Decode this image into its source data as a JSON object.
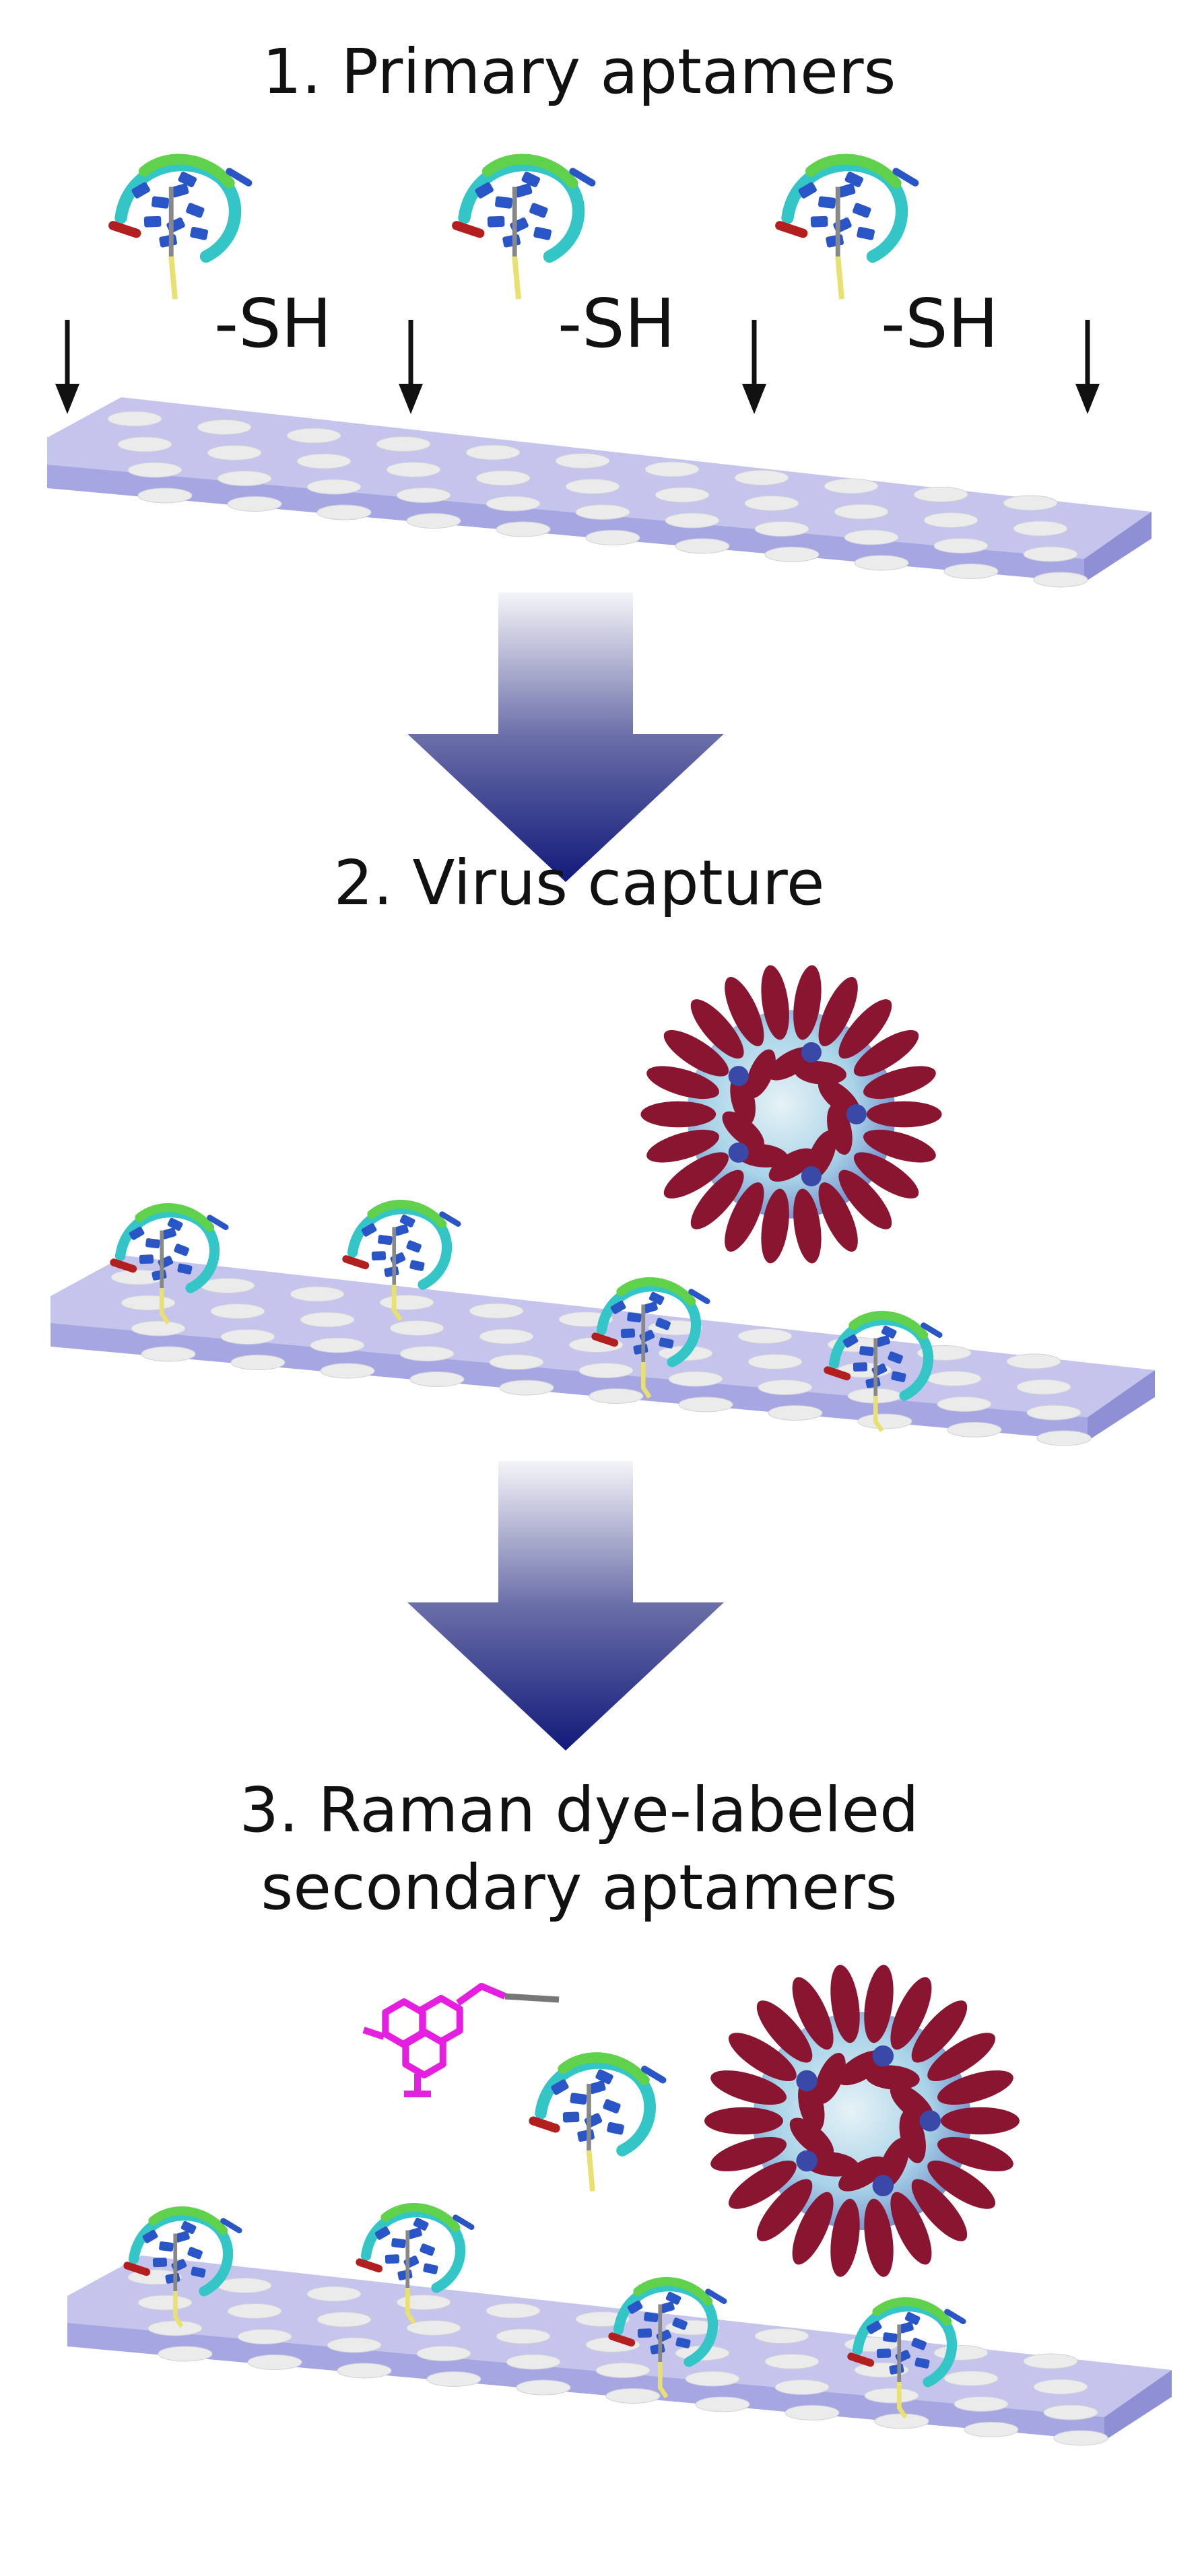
{
  "steps": {
    "step1": {
      "title": "1. Primary aptamers",
      "thiol_label": "-SH"
    },
    "step2": {
      "title": "2. Virus capture"
    },
    "step3": {
      "title_line1": "3. Raman dye-labeled",
      "title_line2": "secondary aptamers"
    }
  },
  "colors": {
    "plate_top": "#c4c4ec",
    "plate_front": "#a6a6e2",
    "plate_side": "#8f8fd6",
    "well": "#ebebeb",
    "arrow_dark": "#111a7a",
    "virus_spike": "#8a1531",
    "virus_core": "#a8d3e8",
    "aptamer_blue": "#2a55c6",
    "aptamer_green": "#5fd14a",
    "aptamer_cyan": "#34c6c6",
    "dye": "#e51fe0"
  }
}
